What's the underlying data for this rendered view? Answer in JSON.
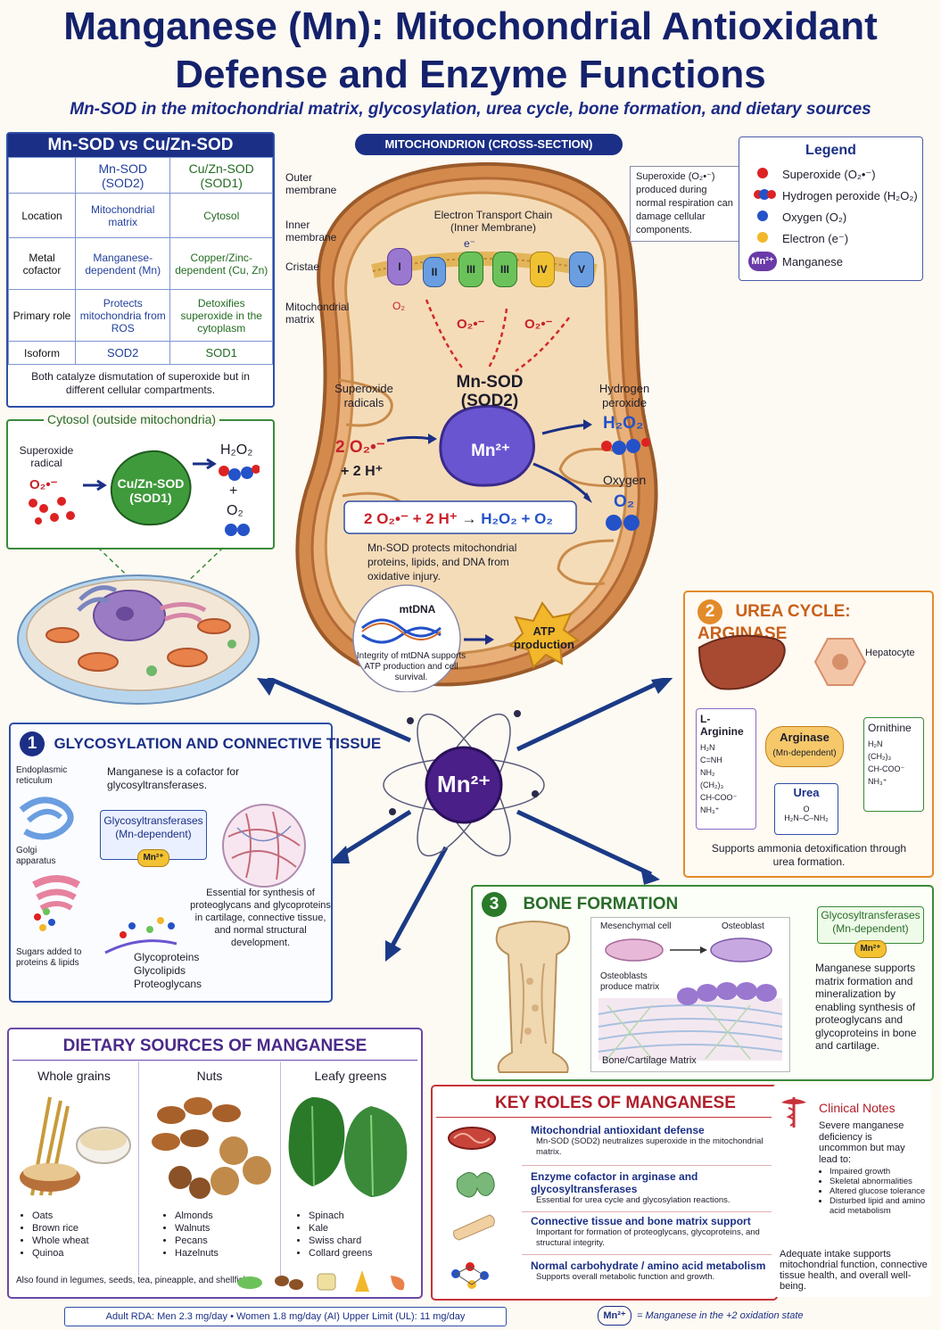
{
  "header": {
    "title_line1": "Manganese (Mn): Mitochondrial Antioxidant",
    "title_line2": "Defense and Enzyme Functions",
    "subtitle": "Mn-SOD in the mitochondrial matrix, glycosylation, urea cycle, bone formation, and dietary sources"
  },
  "compare": {
    "title": "Mn-SOD vs Cu/Zn-SOD",
    "col1": "Mn-SOD\n(SOD2)",
    "col1_a": "Mn-SOD",
    "col1_b": "(SOD2)",
    "col2_a": "Cu/Zn-SOD",
    "col2_b": "(SOD1)",
    "rows": [
      {
        "label": "Location",
        "mn": "Mitochondrial matrix",
        "cu": "Cytosol"
      },
      {
        "label": "Metal cofactor",
        "mn": "Manganese-dependent (Mn)",
        "cu": "Copper/Zinc-dependent (Cu, Zn)"
      },
      {
        "label": "Primary role",
        "mn": "Protects mitochondria from ROS",
        "cu": "Detoxifies superoxide in the cytoplasm"
      },
      {
        "label": "Isoform",
        "mn": "SOD2",
        "cu": "SOD1"
      }
    ],
    "note": "Both catalyze dismutation of superoxide but in different cellular compartments."
  },
  "cytosol": {
    "label": "Cytosol (outside mitochondria)",
    "superoxide_label": "Superoxide radical",
    "superoxide_formula": "O₂•⁻",
    "enzyme_a": "Cu/Zn-SOD",
    "enzyme_b": "(SOD1)",
    "h2o2": "H₂O₂",
    "plus": "+",
    "o2": "O₂"
  },
  "mito": {
    "header": "MITOCHONDRION (CROSS-SECTION)",
    "outer": "Outer membrane",
    "inner": "Inner membrane",
    "cristae": "Cristae",
    "matrix": "Mitochondrial matrix",
    "etc_a": "Electron Transport Chain",
    "etc_b": "(Inner Membrane)",
    "complexes": [
      "I",
      "II",
      "III",
      "III",
      "IV",
      "V"
    ],
    "o2_small": "O₂",
    "sup_a": "O₂•⁻",
    "sup_b": "O₂•⁻",
    "e_label": "e⁻",
    "respiration_note": "Superoxide (O₂•⁻) produced during normal respiration can damage cellular components.",
    "sod_a": "Mn-SOD",
    "sod_b": "(SOD2)",
    "mn_label": "Mn²⁺",
    "sup_radicals_a": "Superoxide",
    "sup_radicals_b": "radicals",
    "two_o2": "2 O₂•⁻",
    "plus_2h": "+ 2 H⁺",
    "hp_a": "Hydrogen",
    "hp_b": "peroxide",
    "h2o2": "H₂O₂",
    "oxygen": "Oxygen",
    "o2": "O₂",
    "eq_left": "2 O₂•⁻ + 2 H⁺",
    "eq_arrow": "→",
    "eq_right": "H₂O₂ + O₂",
    "protects": "Mn-SOD protects mitochondrial proteins, lipids, and DNA from oxidative injury.",
    "mtdna": "mtDNA",
    "mtdna_note": "Integrity of mtDNA supports ATP production and cell survival.",
    "atp_a": "ATP",
    "atp_b": "production"
  },
  "legend": {
    "title": "Legend",
    "items": [
      "Superoxide (O₂•⁻)",
      "Hydrogen peroxide (H₂O₂)",
      "Oxygen (O₂)",
      "Electron (e⁻)",
      "Manganese"
    ],
    "mn_badge": "Mn²⁺"
  },
  "center": {
    "mn": "Mn²⁺"
  },
  "urea": {
    "num": "2",
    "title": "UREA CYCLE: ARGINASE",
    "hepatocyte": "Hepatocyte",
    "arginine": "L-Arginine",
    "arginine_struct": [
      "H₂N",
      "C=NH",
      "NH₂",
      "(CH₂)₃",
      "CH-COO⁻",
      "NH₃⁺"
    ],
    "arginase_a": "Arginase",
    "arginase_b": "(Mn-dependent)",
    "ornithine": "Ornithine",
    "ornithine_struct": [
      "H₂N",
      "(CH₂)₃",
      "CH-COO⁻",
      "NH₃⁺"
    ],
    "urea": "Urea",
    "urea_struct_a": "O",
    "urea_struct_b": "H₂N–C–NH₂",
    "note": "Supports ammonia detoxification through urea formation."
  },
  "glyco": {
    "num": "1",
    "title": "GLYCOSYLATION AND CONNECTIVE TISSUE",
    "er": "Endoplasmic reticulum",
    "golgi": "Golgi apparatus",
    "cofactor": "Manganese is a cofactor for glycosyltransferases.",
    "enzyme_a": "Glycosyltransferases",
    "enzyme_b": "(Mn-dependent)",
    "mn": "Mn²⁺",
    "essential": "Essential for synthesis of proteoglycans and glycoproteins in cartilage, connective tissue, and normal structural development.",
    "sugars": "Sugars added to proteins & lipids",
    "products": [
      "Glycoproteins",
      "Glycolipids",
      "Proteoglycans"
    ]
  },
  "bone": {
    "num": "3",
    "title": "BONE FORMATION",
    "mesenchymal": "Mesenchymal cell",
    "osteoblast": "Osteoblast",
    "osteoblasts_note": "Osteoblasts produce matrix",
    "matrix": "Bone/Cartilage Matrix",
    "enzyme_a": "Glycosyltransferases",
    "enzyme_b": "(Mn-dependent)",
    "mn": "Mn²⁺",
    "note": "Manganese supports matrix formation and mineralization by enabling synthesis of proteoglycans and glycoproteins in bone and cartilage."
  },
  "diet": {
    "title": "DIETARY SOURCES OF MANGANESE",
    "columns": [
      {
        "name": "Whole grains",
        "items": [
          "Oats",
          "Brown rice",
          "Whole wheat",
          "Quinoa"
        ]
      },
      {
        "name": "Nuts",
        "items": [
          "Almonds",
          "Walnuts",
          "Pecans",
          "Hazelnuts"
        ]
      },
      {
        "name": "Leafy greens",
        "items": [
          "Spinach",
          "Kale",
          "Swiss chard",
          "Collard greens"
        ]
      }
    ],
    "also": "Also found in legumes, seeds, tea, pineapple, and shellfish."
  },
  "roles": {
    "title": "KEY ROLES OF MANGANESE",
    "items": [
      {
        "head": "Mitochondrial antioxidant defense",
        "detail": "Mn-SOD (SOD2) neutralizes superoxide in the mitochondrial matrix."
      },
      {
        "head": "Enzyme cofactor in arginase and glycosyltransferases",
        "detail": "Essential for urea cycle and glycosylation reactions."
      },
      {
        "head": "Connective tissue and bone matrix support",
        "detail": "Important for formation of proteoglycans, glycoproteins, and structural integrity."
      },
      {
        "head": "Normal carbohydrate / amino acid metabolism",
        "detail": "Supports overall metabolic function and growth."
      }
    ]
  },
  "clinical": {
    "title": "Clinical Notes",
    "intro": "Severe manganese deficiency is uncommon but may lead to:",
    "items": [
      "Impaired growth",
      "Skeletal abnormalities",
      "Altered glucose tolerance",
      "Disturbed lipid and amino acid metabolism"
    ],
    "outro": "Adequate intake supports mitochondrial function, connective tissue health, and overall well-being."
  },
  "footer": {
    "rda": "Adult RDA:  Men 2.3 mg/day   •   Women 1.8 mg/day (AI)        Upper Limit (UL):  11 mg/day",
    "badge": "Mn²⁺",
    "note": "=  Manganese in the +2 oxidation state"
  },
  "colors": {
    "navy": "#14216b",
    "green": "#3a8a3a",
    "orange": "#e28b2b",
    "purple": "#6a49a8",
    "red": "#c8333a",
    "mn_purple": "#5a2a9a"
  }
}
